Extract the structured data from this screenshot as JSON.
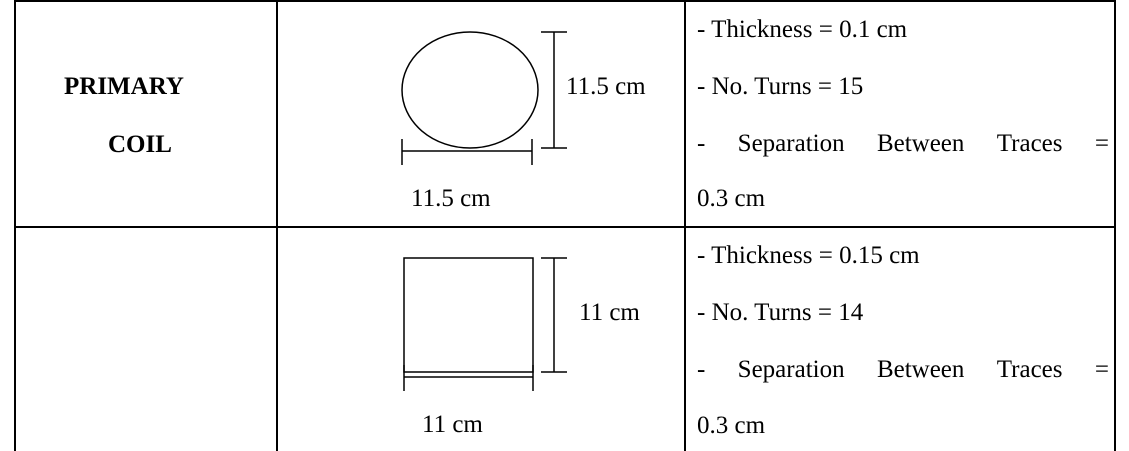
{
  "rows": [
    {
      "label_lines": [
        "PRIMARY",
        "COIL"
      ],
      "shape": "ellipse",
      "height_label": "11.5 cm",
      "width_label": "11.5 cm",
      "specs": {
        "thickness": "- Thickness = 0.1 cm",
        "turns": "- No. Turns = 15",
        "separation_words": [
          "-",
          "Separation",
          "Between",
          "Traces",
          "="
        ],
        "separation_value": "0.3 cm"
      }
    },
    {
      "label_lines": [],
      "shape": "rectangle",
      "height_label": "11 cm",
      "width_label": "11 cm",
      "specs": {
        "thickness": "- Thickness = 0.15 cm",
        "turns": "- No. Turns = 14",
        "separation_words": [
          "-",
          "Separation",
          "Between",
          "Traces",
          "="
        ],
        "separation_value": "0.3 cm"
      }
    }
  ]
}
